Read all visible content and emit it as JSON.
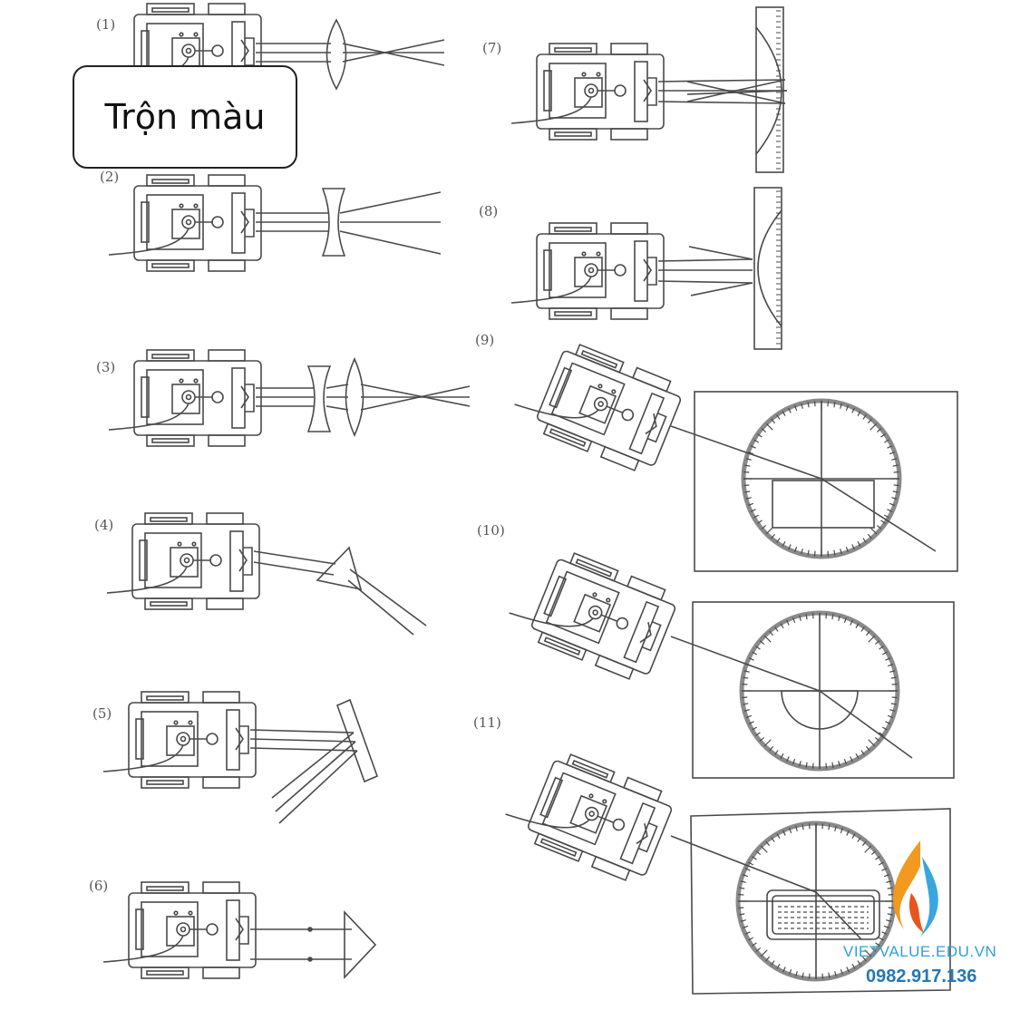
{
  "callout": {
    "text": "Trộn màu"
  },
  "labels": [
    "(1)",
    "(2)",
    "(3)",
    "(4)",
    "(5)",
    "(6)",
    "(7)",
    "(8)",
    "(9)",
    "(10)",
    "(11)"
  ],
  "watermark": {
    "brand": "VIETVALUE.EDU.VN",
    "phone": "0982.917.136",
    "flame_colors": [
      "#f29a1f",
      "#e8541e",
      "#3aa6dd"
    ]
  },
  "colors": {
    "line": "#4a4a4a",
    "rim": "#8a8a8a"
  }
}
